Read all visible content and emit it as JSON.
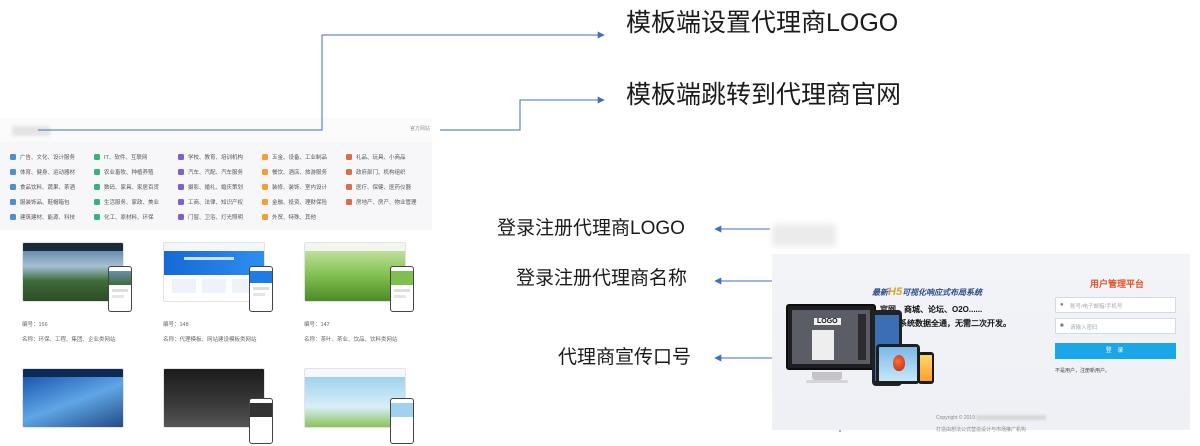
{
  "annotations": {
    "template_set_logo": "模板端设置代理商LOGO",
    "template_jump_site": "模板端跳转到代理商官网",
    "login_register_logo": "登录注册代理商LOGO",
    "login_register_name": "登录注册代理商名称",
    "agent_slogan": "代理商宣传口号"
  },
  "template_site": {
    "official_site_label": "官方网站",
    "categories": [
      [
        "广告、文化、设计服务",
        "IT、软件、互联网",
        "学校、教育、培训机构",
        "五金、设备、工业制品",
        "礼品、玩具、小商品"
      ],
      [
        "体育、健身、运动器材",
        "农业畜牧、种植养殖",
        "汽车、汽配、汽车服务",
        "餐饮、酒店、旅游服务",
        "政府部门、机构组织"
      ],
      [
        "食品饮料、蔬果、茶酒",
        "数码、家具、家居百货",
        "摄影、婚礼、婚庆策划",
        "装修、装饰、室内设计",
        "医疗、保健、医药仪器"
      ],
      [
        "服装饰品、鞋帽箱包",
        "生活服务、家政、美业",
        "工商、法律、知识产权",
        "金融、投资、理财保险",
        "房地产、房产、物业管理"
      ],
      [
        "建筑建材、能源、科技",
        "化工、原材料、环保",
        "门窗、卫浴、灯光照明",
        "外贸、特殊、其他",
        ""
      ]
    ],
    "category_colors": [
      "#4a90d9",
      "#36b37e",
      "#7d5fcf",
      "#f0a030",
      "#e06a4a"
    ],
    "cards": [
      {
        "number": "编号：156",
        "name": "名称：环保、工程、集团、企业类网站"
      },
      {
        "number": "编号：148",
        "name": "名称：代理模板、网站建设模板类网站"
      },
      {
        "number": "编号：147",
        "name": "名称：茶叶、茶业、饮品、饮料类网站"
      }
    ]
  },
  "login_page": {
    "promo_headline_prefix": "最新",
    "promo_headline_h5": "H5",
    "promo_headline_suffix": "可视化响应式布局系统",
    "promo_features": "官网、商城、论坛、O2O......",
    "promo_tagline": "一套系统数据全通，无需二次开发。",
    "monitor_logo_text": "LOGO",
    "panel_title": "用户管理平台",
    "username_placeholder": "账号/电子邮箱/手机号",
    "password_placeholder": "请输入密码",
    "login_button": "登 录",
    "register_link": "不是用户，注册新用户。",
    "footer_copyright": "Copyright © 2019",
    "footer_slogan": "打造由想法公式营造设计与市场推广机构"
  }
}
